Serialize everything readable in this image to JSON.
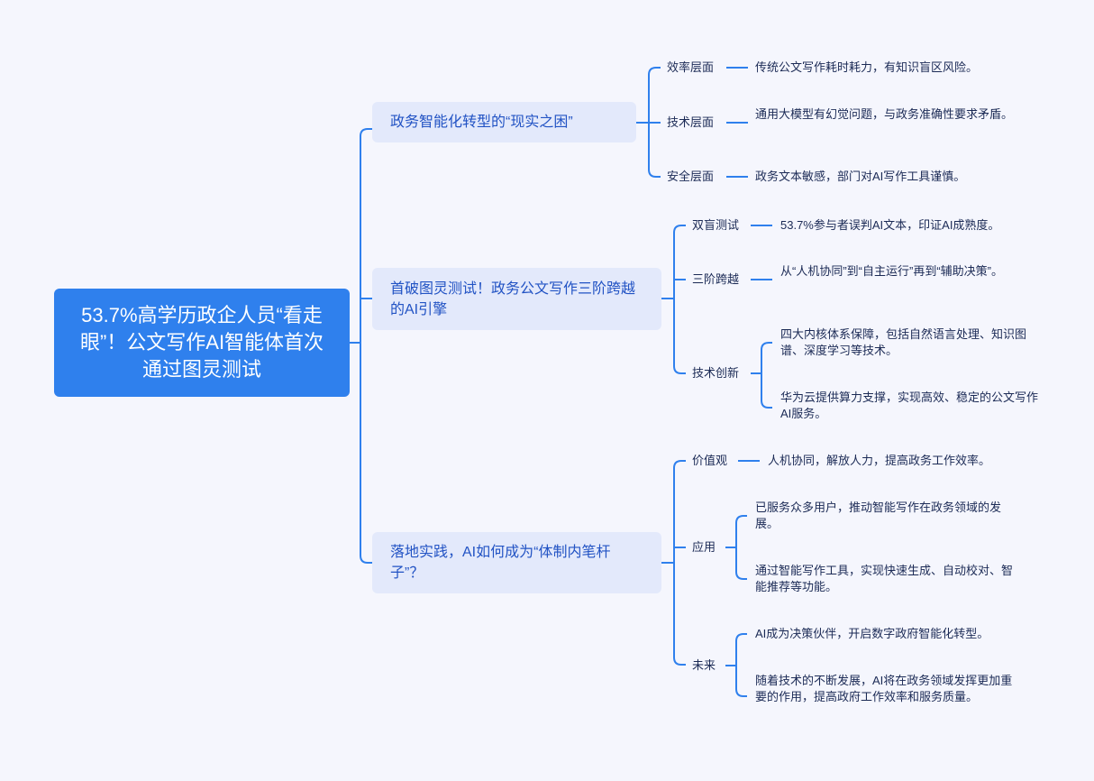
{
  "root": {
    "title": "53.7%高学历政企人员“看走眼”！公文写作AI智能体首次通过图灵测试"
  },
  "branches": [
    {
      "title": "政务智能化转型的“现实之困”",
      "children": [
        {
          "label": "效率层面",
          "leaves": [
            "传统公文写作耗时耗力，有知识盲区风险。"
          ]
        },
        {
          "label": "技术层面",
          "leaves": [
            "通用大模型有幻觉问题，与政务准确性要求矛盾。"
          ]
        },
        {
          "label": "安全层面",
          "leaves": [
            "政务文本敏感，部门对AI写作工具谨慎。"
          ]
        }
      ]
    },
    {
      "title": "首破图灵测试！政务公文写作三阶跨越的AI引擎",
      "children": [
        {
          "label": "双盲测试",
          "leaves": [
            "53.7%参与者误判AI文本，印证AI成熟度。"
          ]
        },
        {
          "label": "三阶跨越",
          "leaves": [
            "从“人机协同”到“自主运行”再到“辅助决策”。"
          ]
        },
        {
          "label": "技术创新",
          "leaves": [
            "四大内核体系保障，包括自然语言处理、知识图谱、深度学习等技术。",
            "华为云提供算力支撑，实现高效、稳定的公文写作AI服务。"
          ]
        }
      ]
    },
    {
      "title": "落地实践，AI如何成为“体制内笔杆子”？",
      "children": [
        {
          "label": "价值观",
          "leaves": [
            "人机协同，解放人力，提高政务工作效率。"
          ]
        },
        {
          "label": "应用",
          "leaves": [
            "已服务众多用户，推动智能写作在政务领域的发展。",
            "通过智能写作工具，实现快速生成、自动校对、智能推荐等功能。"
          ]
        },
        {
          "label": "未来",
          "leaves": [
            "AI成为决策伙伴，开启数字政府智能化转型。",
            "随着技术的不断发展，AI将在政务领域发挥更加重要的作用，提高政府工作效率和服务质量。"
          ]
        }
      ]
    }
  ],
  "colors": {
    "background": "#f5f6fd",
    "root": "#2f80ed",
    "branch": "#e3e9fb",
    "line": "#2f80ed"
  }
}
